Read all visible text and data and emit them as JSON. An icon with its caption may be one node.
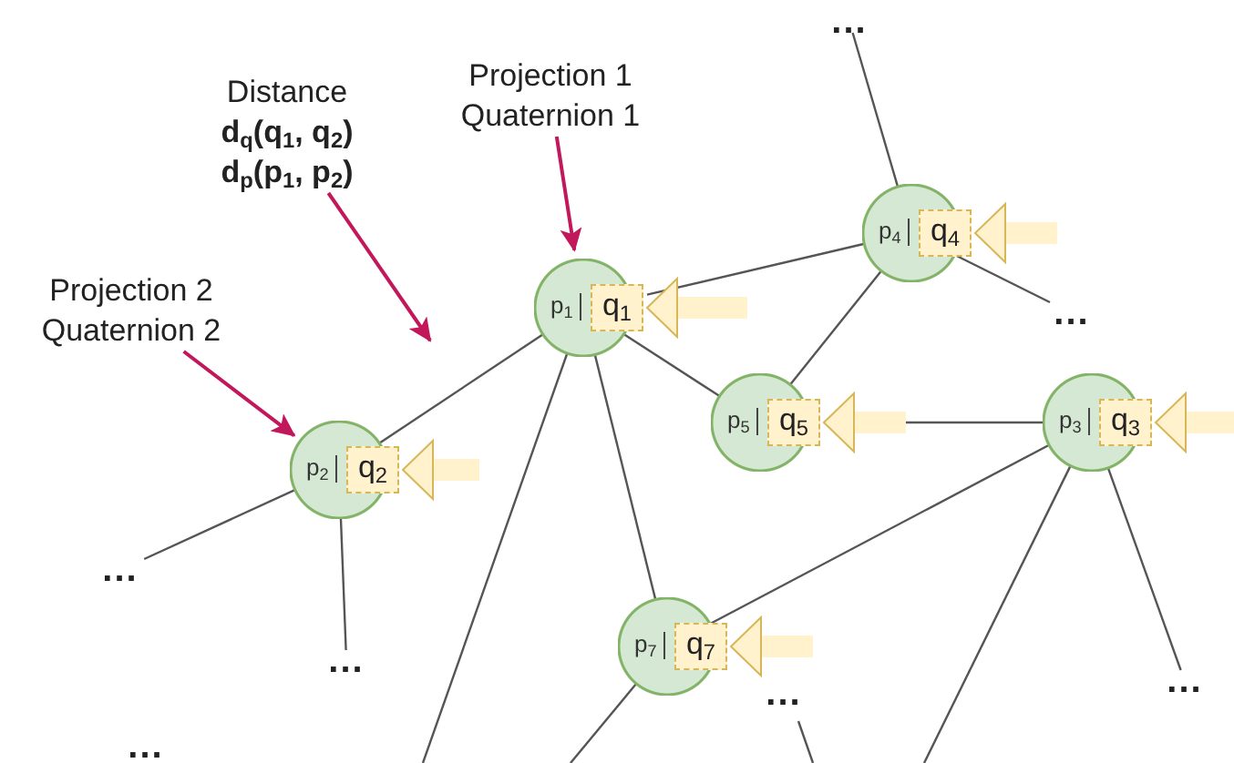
{
  "diagram": {
    "nodes": [
      {
        "text": [
          "..."
        ]
      },
      {
        "text": [
          "Distance",
          "d$_{q}$(q$_{1}$, q$_{2}$)",
          "d$_{p}$(p$_{1}$, p$_{2}$)"
        ]
      },
      {
        "text": [
          "Projection 1 Quaternion 1"
        ]
      },
      {
        "text": [
          "p$_{4}$",
          "q$_{4}$"
        ]
      },
      {
        "text": [
          "Projection 2 Quaternion 2"
        ]
      },
      {
        "text": [
          "p$_{1}$",
          "q$_{1}$"
        ]
      },
      {
        "text": [
          "..."
        ]
      },
      {
        "text": [
          "p$_{5}$",
          "q$_{5}$"
        ]
      },
      {
        "text": [
          "p$_{3}$",
          "q$_{3}$"
        ]
      },
      {
        "text": [
          "p$_{2}$",
          "q$_{2}$"
        ]
      },
      {
        "text": [
          "..."
        ]
      },
      {
        "text": [
          "p$_{7}$",
          "q$_{7}$"
        ]
      },
      {
        "text": [
          "..."
        ]
      },
      {
        "text": [
          "..."
        ]
      }
    ],
    "edges": [
      {
        "from": 5,
        "to": 9,
        "arrow": "none"
      },
      {
        "from": 5,
        "to": 3,
        "arrow": "none"
      },
      {
        "from": 5,
        "to": 7,
        "arrow": "none"
      },
      {
        "from": 5,
        "to": 11,
        "arrow": "none"
      },
      {
        "from": 3,
        "to": 7,
        "arrow": "none"
      },
      {
        "from": 7,
        "to": 8,
        "arrow": "none"
      },
      {
        "from": 8,
        "to": 11,
        "arrow": "none"
      },
      {
        "from": 3,
        "to": 0,
        "arrow": "none"
      },
      {
        "from": 3,
        "to": 6,
        "arrow": "none"
      },
      {
        "from": 9,
        "to": 10,
        "arrow": "none"
      },
      {
        "from": 9,
        "to": 12,
        "arrow": "none"
      },
      {
        "from": 8,
        "to": 13,
        "arrow": "none"
      },
      {
        "from": 5,
        "to": null,
        "arrow": "none"
      },
      {
        "from": 11,
        "to": null,
        "arrow": "none"
      },
      {
        "from": 8,
        "to": null,
        "arrow": "none"
      },
      {
        "from": 2,
        "to": 5,
        "arrow": "to",
        "color": "#c2185b"
      },
      {
        "from": 4,
        "to": 9,
        "arrow": "to",
        "color": "#c2185b"
      },
      {
        "from": 1,
        "to": null,
        "arrow": "to",
        "color": "#c2185b"
      },
      {
        "from": null,
        "to": 5,
        "arrow": "to",
        "style": "thick",
        "color": "#fff2cc"
      },
      {
        "from": null,
        "to": 9,
        "arrow": "to",
        "style": "thick",
        "color": "#fff2cc"
      },
      {
        "from": null,
        "to": 3,
        "arrow": "to",
        "style": "thick",
        "color": "#fff2cc"
      },
      {
        "from": null,
        "to": 7,
        "arrow": "to",
        "style": "thick",
        "color": "#fff2cc"
      },
      {
        "from": null,
        "to": 8,
        "arrow": "to",
        "style": "thick",
        "color": "#fff2cc"
      },
      {
        "from": null,
        "to": 11,
        "arrow": "to",
        "style": "thick",
        "color": "#fff2cc"
      }
    ],
    "labels": [
      "...",
      "..."
    ]
  }
}
